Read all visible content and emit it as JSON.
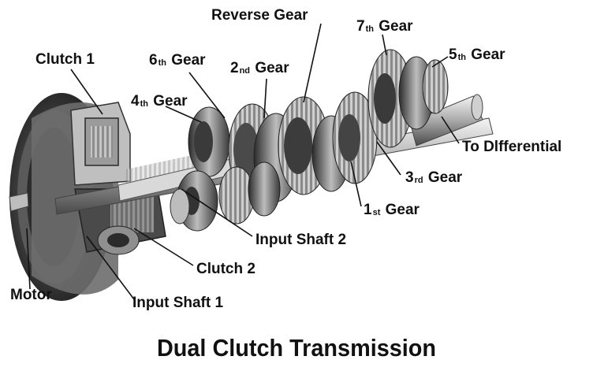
{
  "title": "Dual Clutch Transmission",
  "labels": {
    "clutch1": "Clutch 1",
    "gear6_num": "6",
    "gear6_sup": "th",
    "gear6_word": "Gear",
    "gear4_num": "4",
    "gear4_sup": "th",
    "gear4_word": "Gear",
    "reverse": "Reverse Gear",
    "gear2_num": "2",
    "gear2_sup": "nd",
    "gear2_word": "Gear",
    "gear7_num": "7",
    "gear7_sup": "th",
    "gear7_word": "Gear",
    "gear5_num": "5",
    "gear5_sup": "th",
    "gear5_word": "Gear",
    "differential": "To Dlfferential",
    "gear3_num": "3",
    "gear3_sup": "rd",
    "gear3_word": "Gear",
    "gear1_num": "1",
    "gear1_sup": "st",
    "gear1_word": "Gear",
    "input_shaft2": "Input Shaft 2",
    "clutch2": "Clutch 2",
    "motor": "Motor",
    "input_shaft1": "Input Shaft 1"
  },
  "colors": {
    "text": "#111111",
    "metal_dark": "#3a3a3a",
    "metal_mid": "#8c8c8c",
    "metal_light": "#d6d6d6",
    "background": "#ffffff"
  }
}
